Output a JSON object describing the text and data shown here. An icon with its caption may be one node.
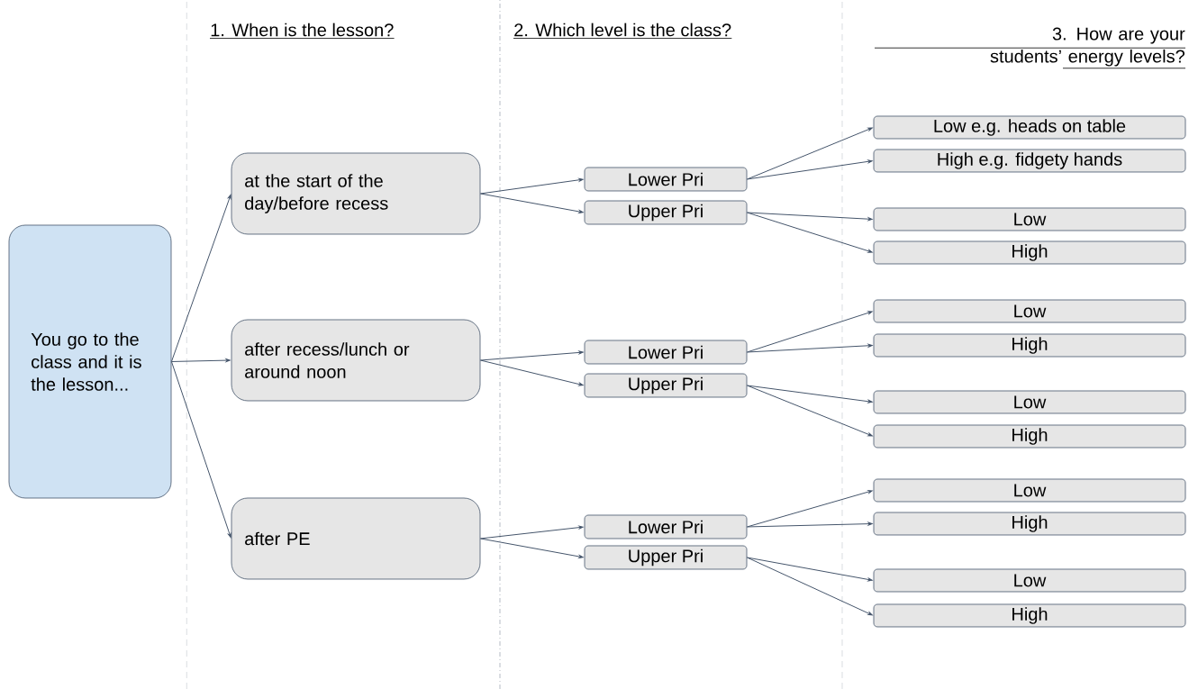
{
  "diagram": {
    "nodes": [
      {
        "text": [
          "You go to the class and it is the lesson..."
        ]
      },
      {
        "text": [
          "at the start of the day/before recess"
        ]
      },
      {
        "text": [
          "after recess/lunch or around noon"
        ]
      },
      {
        "text": [
          "after PE"
        ]
      },
      {
        "text": [
          "Lower Pri"
        ]
      },
      {
        "text": [
          "Upper Pri"
        ]
      },
      {
        "text": [
          "Lower Pri"
        ]
      },
      {
        "text": [
          "Upper Pri"
        ]
      },
      {
        "text": [
          "Lower Pri"
        ]
      },
      {
        "text": [
          "Upper Pri"
        ]
      },
      {
        "text": [
          "Low e.g. heads on table"
        ]
      },
      {
        "text": [
          "High e.g. fidgety hands"
        ]
      },
      {
        "text": [
          "Low"
        ]
      },
      {
        "text": [
          "High"
        ]
      },
      {
        "text": [
          "Low"
        ]
      },
      {
        "text": [
          "High"
        ]
      },
      {
        "text": [
          "Low"
        ]
      },
      {
        "text": [
          "High"
        ]
      },
      {
        "text": [
          "Low"
        ]
      },
      {
        "text": [
          "High"
        ]
      },
      {
        "text": [
          "Low"
        ]
      },
      {
        "text": [
          "High"
        ]
      }
    ],
    "edges": [
      {
        "from": 0,
        "to": 1,
        "arrow": "to"
      },
      {
        "from": 0,
        "to": 2,
        "arrow": "to"
      },
      {
        "from": 0,
        "to": 3,
        "arrow": "to"
      },
      {
        "from": 1,
        "to": 4,
        "arrow": "to"
      },
      {
        "from": 1,
        "to": 5,
        "arrow": "to"
      },
      {
        "from": 2,
        "to": 6,
        "arrow": "to"
      },
      {
        "from": 2,
        "to": 7,
        "arrow": "to"
      },
      {
        "from": 3,
        "to": 8,
        "arrow": "to"
      },
      {
        "from": 3,
        "to": 9,
        "arrow": "to"
      },
      {
        "from": 4,
        "to": 10,
        "arrow": "to"
      },
      {
        "from": 4,
        "to": 11,
        "arrow": "to"
      },
      {
        "from": 5,
        "to": 12,
        "arrow": "to"
      },
      {
        "from": 5,
        "to": 13,
        "arrow": "to"
      },
      {
        "from": 6,
        "to": 14,
        "arrow": "to"
      },
      {
        "from": 6,
        "to": 15,
        "arrow": "to"
      },
      {
        "from": 7,
        "to": 16,
        "arrow": "to"
      },
      {
        "from": 7,
        "to": 17,
        "arrow": "to"
      },
      {
        "from": 8,
        "to": 18,
        "arrow": "to"
      },
      {
        "from": 8,
        "to": 19,
        "arrow": "to"
      },
      {
        "from": 9,
        "to": 20,
        "arrow": "to"
      },
      {
        "from": 9,
        "to": 21,
        "arrow": "to"
      }
    ],
    "labels": [
      "1.  When is the lesson?",
      "2. Which level is the class?",
      "3. How are your students’ energy levels?"
    ]
  }
}
